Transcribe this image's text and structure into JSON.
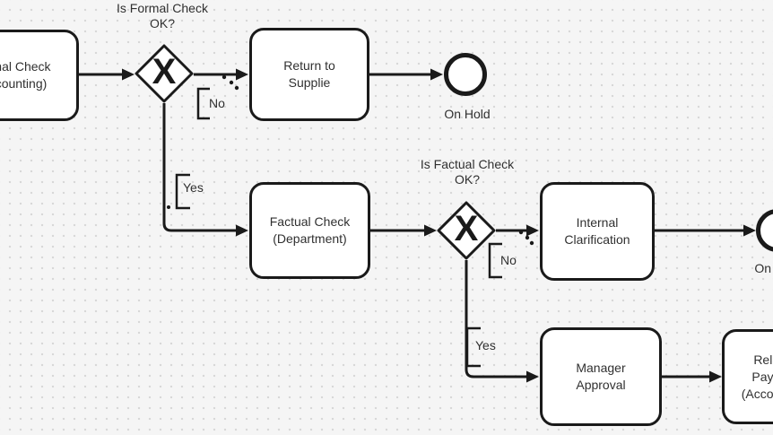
{
  "canvas": {
    "background_color": "#f5f5f5",
    "dot_grid_color": "#d7d7d7",
    "stroke_color": "#1a1a1a",
    "shape_fill_color": "#ffffff",
    "text_color": "#303030"
  },
  "tasks": [
    {
      "id": "formal-check",
      "label": "Formal Check\n(Accounting)"
    },
    {
      "id": "return-to-supplier",
      "label": "Return to\nSupplie"
    },
    {
      "id": "factual-check",
      "label": "Factual Check\n(Department)"
    },
    {
      "id": "internal-clarification",
      "label": "Internal\nClarification"
    },
    {
      "id": "manager-approval",
      "label": "Manager\nApproval"
    },
    {
      "id": "release-payment",
      "label": "Release\nPayment\n(Accounting)"
    }
  ],
  "gateways": [
    {
      "id": "gateway-formal",
      "marker": "X",
      "question": "Is Formal Check\nOK?"
    },
    {
      "id": "gateway-factual",
      "marker": "X",
      "question": "Is Factual Check\nOK?"
    }
  ],
  "events": [
    {
      "id": "on-hold-1",
      "label": "On Hold"
    },
    {
      "id": "on-hold-2",
      "label": "On Hold"
    }
  ],
  "edge_labels": {
    "formal_no": "No",
    "formal_yes": "Yes",
    "factual_no": "No",
    "factual_yes": "Yes"
  }
}
